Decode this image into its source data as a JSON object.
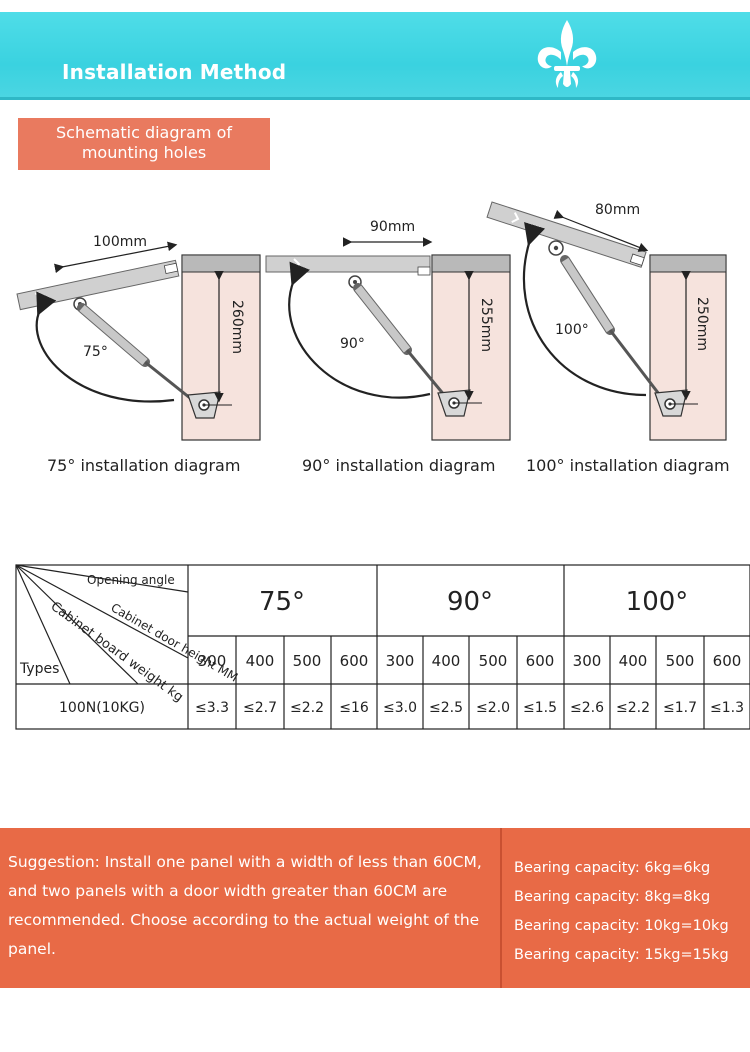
{
  "header": {
    "title": "Installation Method"
  },
  "subtitle": "Schematic diagram of mounting holes",
  "diagrams": [
    {
      "caption": "75° installation diagram",
      "angle_label": "75°",
      "width_label": "100mm",
      "height_label": "260mm"
    },
    {
      "caption": "90° installation diagram",
      "angle_label": "90°",
      "width_label": "90mm",
      "height_label": "255mm"
    },
    {
      "caption": "100° installation diagram",
      "angle_label": "100°",
      "width_label": "80mm",
      "height_label": "250mm"
    }
  ],
  "table": {
    "header_labels": {
      "opening_angle": "Opening angle",
      "cabinet_door_height": "Cabinet door height MM",
      "cabinet_board_weight": "Cabinet board weight kg",
      "types": "Types"
    },
    "angles": [
      "75°",
      "90°",
      "100°"
    ],
    "heights": [
      "300",
      "400",
      "500",
      "600",
      "300",
      "400",
      "500",
      "600",
      "300",
      "400",
      "500",
      "600"
    ],
    "rows": [
      {
        "type": "100N(10KG)",
        "values": [
          "≤3.3",
          "≤2.7",
          "≤2.2",
          "≤16",
          "≤3.0",
          "≤2.5",
          "≤2.0",
          "≤1.5",
          "≤2.6",
          "≤2.2",
          "≤1.7",
          "≤1.3"
        ]
      }
    ]
  },
  "panel": {
    "suggestion": "Suggestion: Install one panel with a width of less than 60CM, and two panels with a door width greater than 60CM are recommended. Choose according to the actual weight of the panel.",
    "capacity": [
      "Bearing capacity: 6kg=6kg",
      "Bearing capacity: 8kg=8kg",
      "Bearing capacity: 10kg=10kg",
      "Bearing capacity: 15kg=15kg"
    ]
  },
  "colors": {
    "header": "#3ad2e0",
    "accent": "#e97a5f",
    "panel": "#e86a46",
    "cabinet_fill": "#f6e3dd",
    "cabinet_top": "#b9b9b9"
  }
}
